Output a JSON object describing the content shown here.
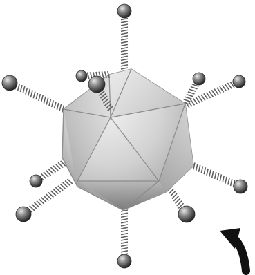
{
  "figure": {
    "background_color": "#ffffff",
    "colors": {
      "capsid_light": "#f4f4f4",
      "capsid_mid": "#c9c9c9",
      "capsid_dark": "#6a6a6a",
      "edge": "#8f8f8f",
      "fiber": "#5f5f5f",
      "knob_light": "#d6d6d6",
      "knob_dark": "#2c2c2c",
      "arrow": "#111111"
    },
    "icons": {
      "virus": "icosahedral-virus-with-fibers",
      "arrow": "curved-arrow-up-left"
    },
    "fiber_count": 12
  }
}
